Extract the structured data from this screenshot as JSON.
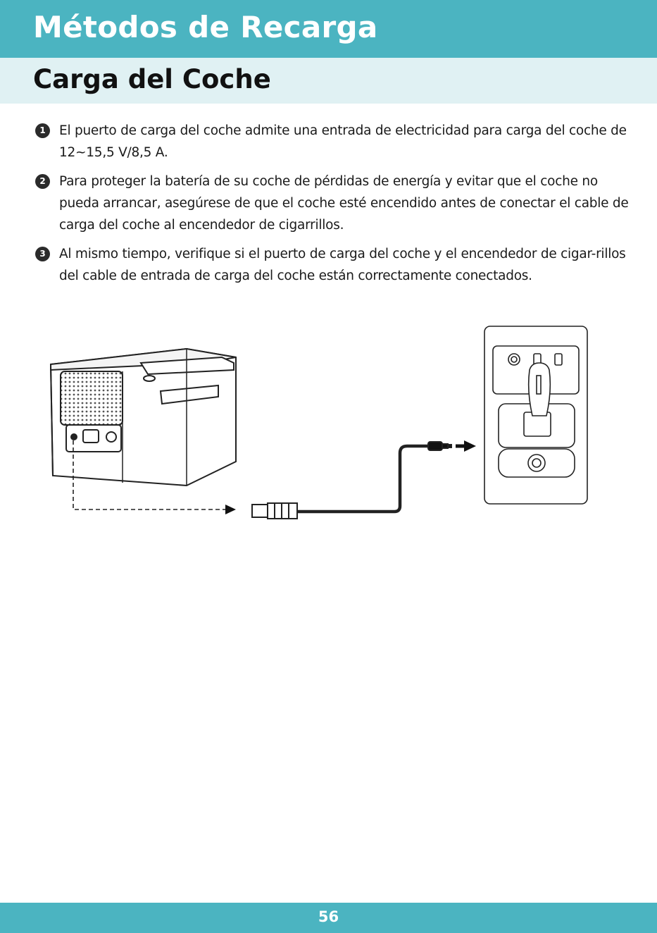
{
  "header": {
    "title": "Métodos de Recarga",
    "subtitle": "Carga del Coche"
  },
  "steps": [
    {
      "number": "1",
      "text": "El puerto de carga del coche admite una entrada de electricidad para carga del coche de 12~15,5 V/8,5 A."
    },
    {
      "number": "2",
      "text": "Para proteger la batería de su coche de pérdidas de energía y evitar que el coche no pueda arrancar, asegúrese de que el coche esté encendido antes de conectar el cable de carga del coche al encendedor de cigarrillos."
    },
    {
      "number": "3",
      "text": "Al mismo tiempo, verifique si el puerto de carga del coche y el encendedor de cigar-rillos del cable de entrada de carga del coche están correctamente conectados."
    }
  ],
  "footer": {
    "page_number": "56"
  },
  "colors": {
    "accent": "#4bb4c1",
    "subtitle_bg": "#e0f1f3"
  },
  "illustration": {
    "items": [
      "power-station",
      "car-charging-cable",
      "car-center-console"
    ]
  }
}
